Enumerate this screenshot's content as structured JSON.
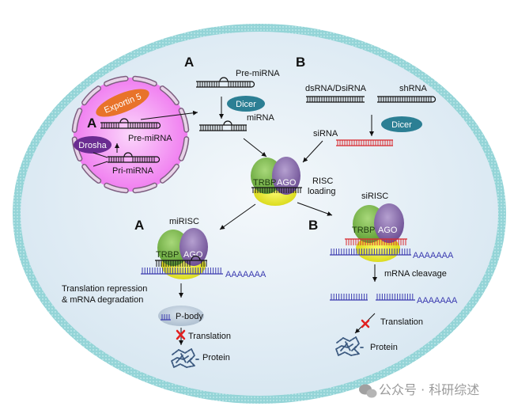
{
  "title": "miRNA and siRNA biogenesis and RISC-mediated gene silencing",
  "colors": {
    "cell_fill": "#dde9f3",
    "membrane": "#8fd3d6",
    "nucleus": "#f07ef0",
    "nuclear_pore": "#9a7a9a",
    "exportin": "#e8732a",
    "drosha": "#6a2c91",
    "dicer": "#2c7f94",
    "trbp": "#7bb84a",
    "ago": "#8a6aaa",
    "rna_yellow": "#e6e62a",
    "mirna_strand": "#111111",
    "sirna_strand": "#d8282e",
    "mrna_strand": "#3b3bb0",
    "block_x": "#e22020",
    "protein": "#3c5a80"
  },
  "panel_labels": {
    "nucleus_A": "A",
    "top_A": "A",
    "top_B": "B",
    "bottom_A": "A",
    "bottom_B": "B"
  },
  "nucleus": {
    "exportin": "Exportin 5",
    "drosha": "Drosha",
    "pre_mirna": "Pre-miRNA",
    "pri_mirna": "Pri-miRNA"
  },
  "pathway_A_top": {
    "pre_mirna": "Pre-miRNA",
    "dicer": "Dicer",
    "mirna": "miRNA"
  },
  "pathway_B_top": {
    "dsrna": "dsRNA/DsiRNA",
    "shrna": "shRNA",
    "dicer": "Dicer",
    "sirna": "siRNA"
  },
  "risc_loading": {
    "trbp": "TRBP",
    "ago": "AGO",
    "label_line1": "RISC",
    "label_line2": "loading"
  },
  "mirisc": {
    "title": "miRISC",
    "trbp": "TRBP",
    "ago": "AGO",
    "poly_a": "AAAAAAA",
    "outcome_line1": "Translation repression",
    "outcome_line2": "& mRNA degradation",
    "p_body": "P-body",
    "translation": "Translation",
    "protein": "Protein"
  },
  "sirisc": {
    "title": "siRISC",
    "trbp": "TRBP",
    "ago": "AGO",
    "poly_a": "AAAAAAA",
    "cleavage": "mRNA cleavage",
    "poly_a_cleaved": "AAAAAAA",
    "translation": "Translation",
    "protein": "Protein"
  },
  "watermark": "公众号 · 科研综述"
}
